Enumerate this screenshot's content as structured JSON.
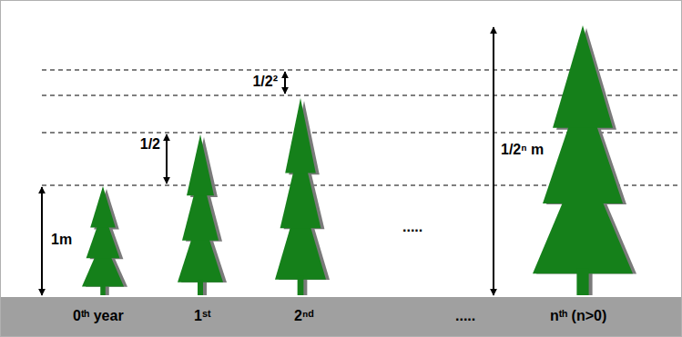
{
  "diagram": {
    "labels": [
      "1m",
      "1/2",
      "1/2²",
      "1/2ⁿ m",
      "0ᵗʰ year",
      "1ˢᵗ",
      "2ⁿᵈ",
      ".....",
      ".....",
      "nᵗʰ (n>0)"
    ]
  }
}
